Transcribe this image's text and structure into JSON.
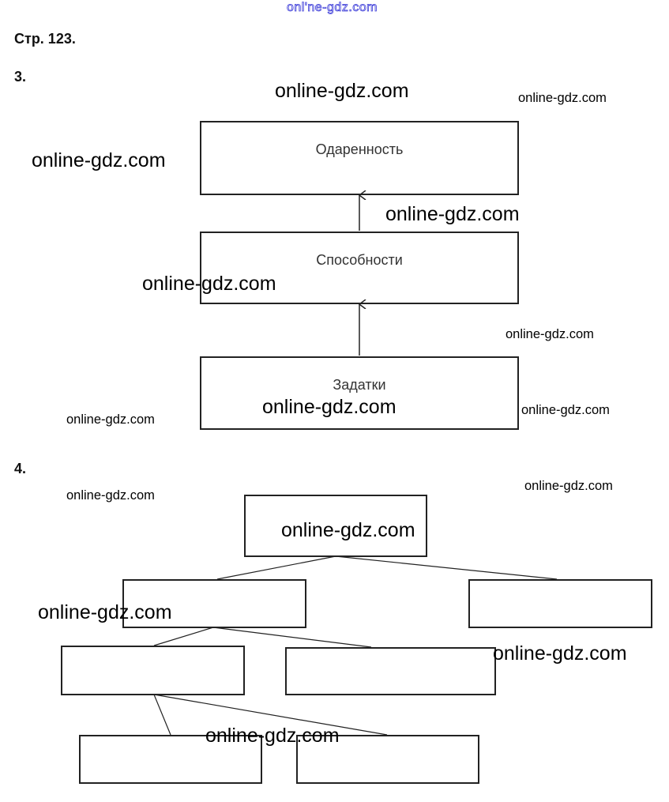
{
  "site_mark": "onl'ne-gdz.com",
  "page_header": "Стр. 123.",
  "task3": {
    "number": "3.",
    "boxes": [
      "Одаренность",
      "Способности",
      "Задатки"
    ]
  },
  "task4": {
    "number": "4.",
    "boxes": [
      "",
      "",
      "",
      "",
      "",
      "",
      ""
    ]
  },
  "watermarks": [
    "online-gdz.com",
    "online-gdz.com",
    "online-gdz.com",
    "online-gdz.com",
    "online-gdz.com",
    "online-gdz.com",
    "online-gdz.com",
    "online-gdz.com",
    "online-gdz.com",
    "online-gdz.com",
    "online-gdz.com",
    "online-gdz.com",
    "online-gdz.com",
    "online-gdz.com",
    "online-gdz.com"
  ]
}
